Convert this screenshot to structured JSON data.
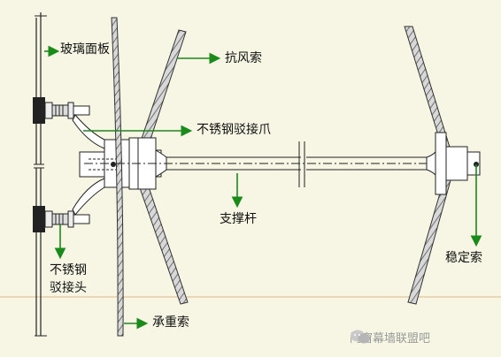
{
  "labels": {
    "glass_panel": "玻璃面板",
    "wind_cable": "抗风索",
    "claw": "不锈钢驳接爪",
    "rod": "支撑杆",
    "connector_line1": "不锈钢",
    "connector_line2": "驳接头",
    "stabilizer": "稳定索",
    "bearing_cable": "承重索"
  },
  "watermark": {
    "text": "门窗幕墙联盟吧",
    "icon": "wechat-icon"
  },
  "colors": {
    "background": "#f7f5e3",
    "leader": "#1a8a1a",
    "line": "#222222",
    "cable_fill": "#d0d0d0",
    "horizon": "#e0b080"
  }
}
